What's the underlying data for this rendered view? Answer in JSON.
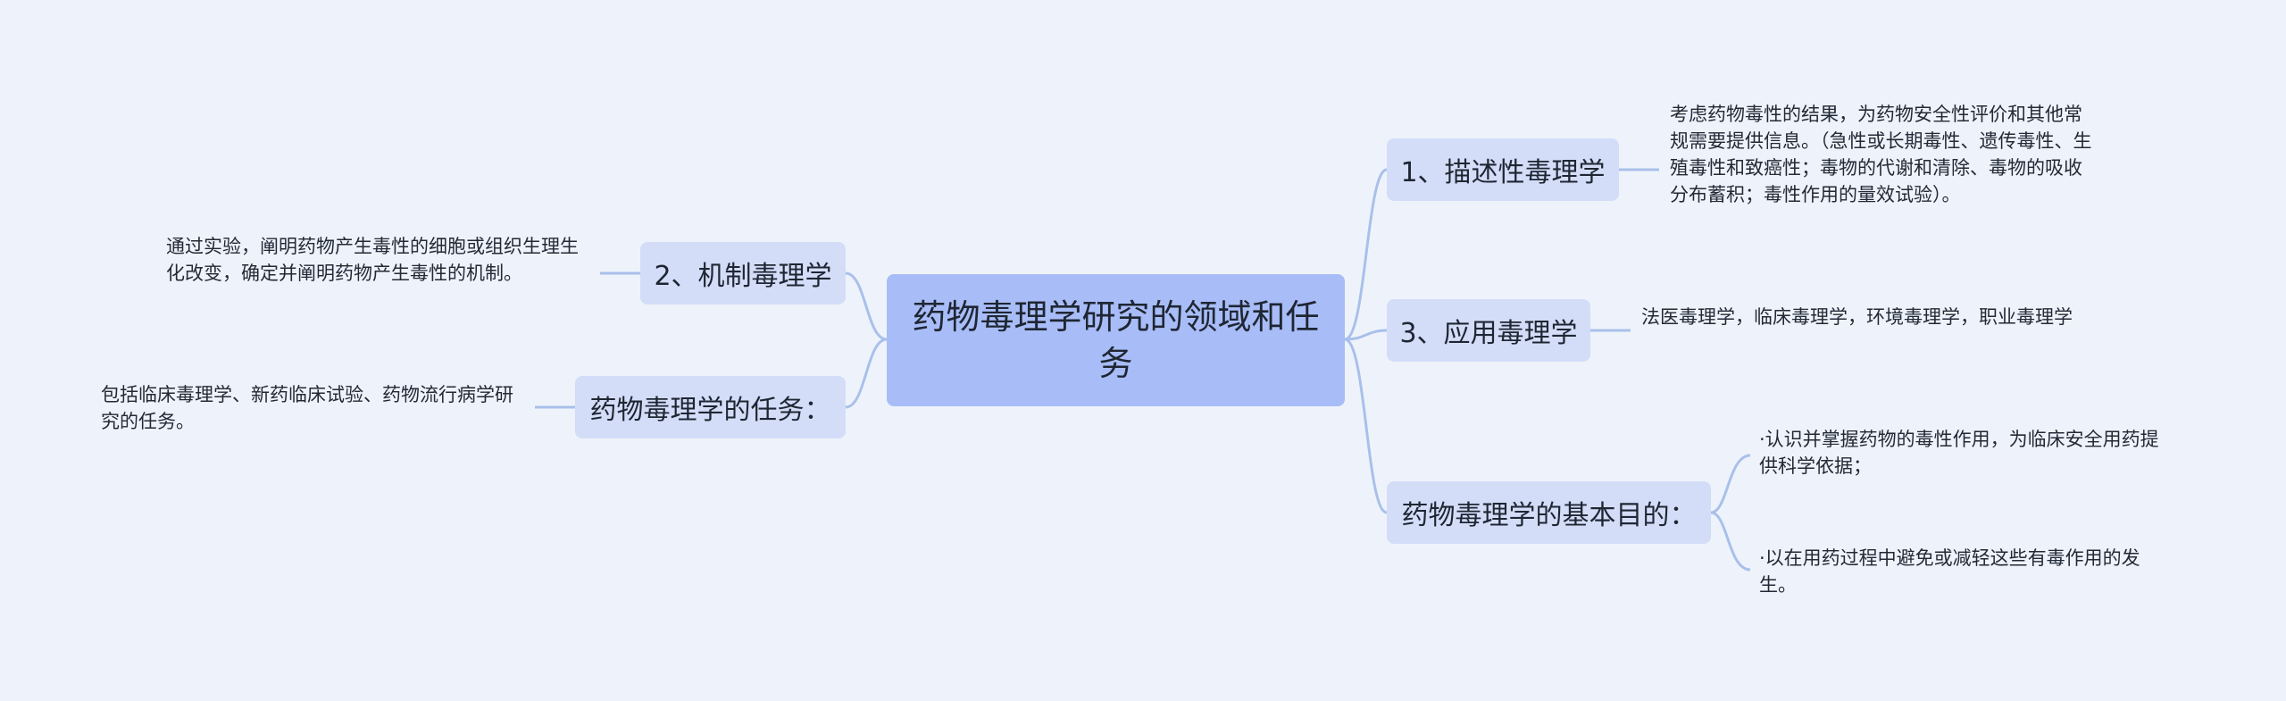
{
  "root": {
    "title": "药物毒理学研究的领域和任务"
  },
  "branches": {
    "descriptive": {
      "label": "1、描述性毒理学",
      "detail": "考虑药物毒性的结果，为药物安全性评价和其他常规需要提供信息。（急性或长期毒性、遗传毒性、生殖毒性和致癌性；毒物的代谢和清除、毒物的吸收分布蓄积；毒性作用的量效试验）。"
    },
    "mechanistic": {
      "label": "2、机制毒理学",
      "detail": "通过实验，阐明药物产生毒性的细胞或组织生理生化改变，确定并阐明药物产生毒性的机制。"
    },
    "applied": {
      "label": "3、应用毒理学",
      "detail": "法医毒理学，临床毒理学，环境毒理学，职业毒理学"
    },
    "tasks": {
      "label": "药物毒理学的任务：",
      "detail": "包括临床毒理学、新药临床试验、药物流行病学研究的任务。"
    },
    "goals": {
      "label": "药物毒理学的基本目的：",
      "details": [
        "·认识并掌握药物的毒性作用，为临床安全用药提供科学依据；",
        "·以在用药过程中避免或减轻这些有毒作用的发生。"
      ]
    }
  }
}
